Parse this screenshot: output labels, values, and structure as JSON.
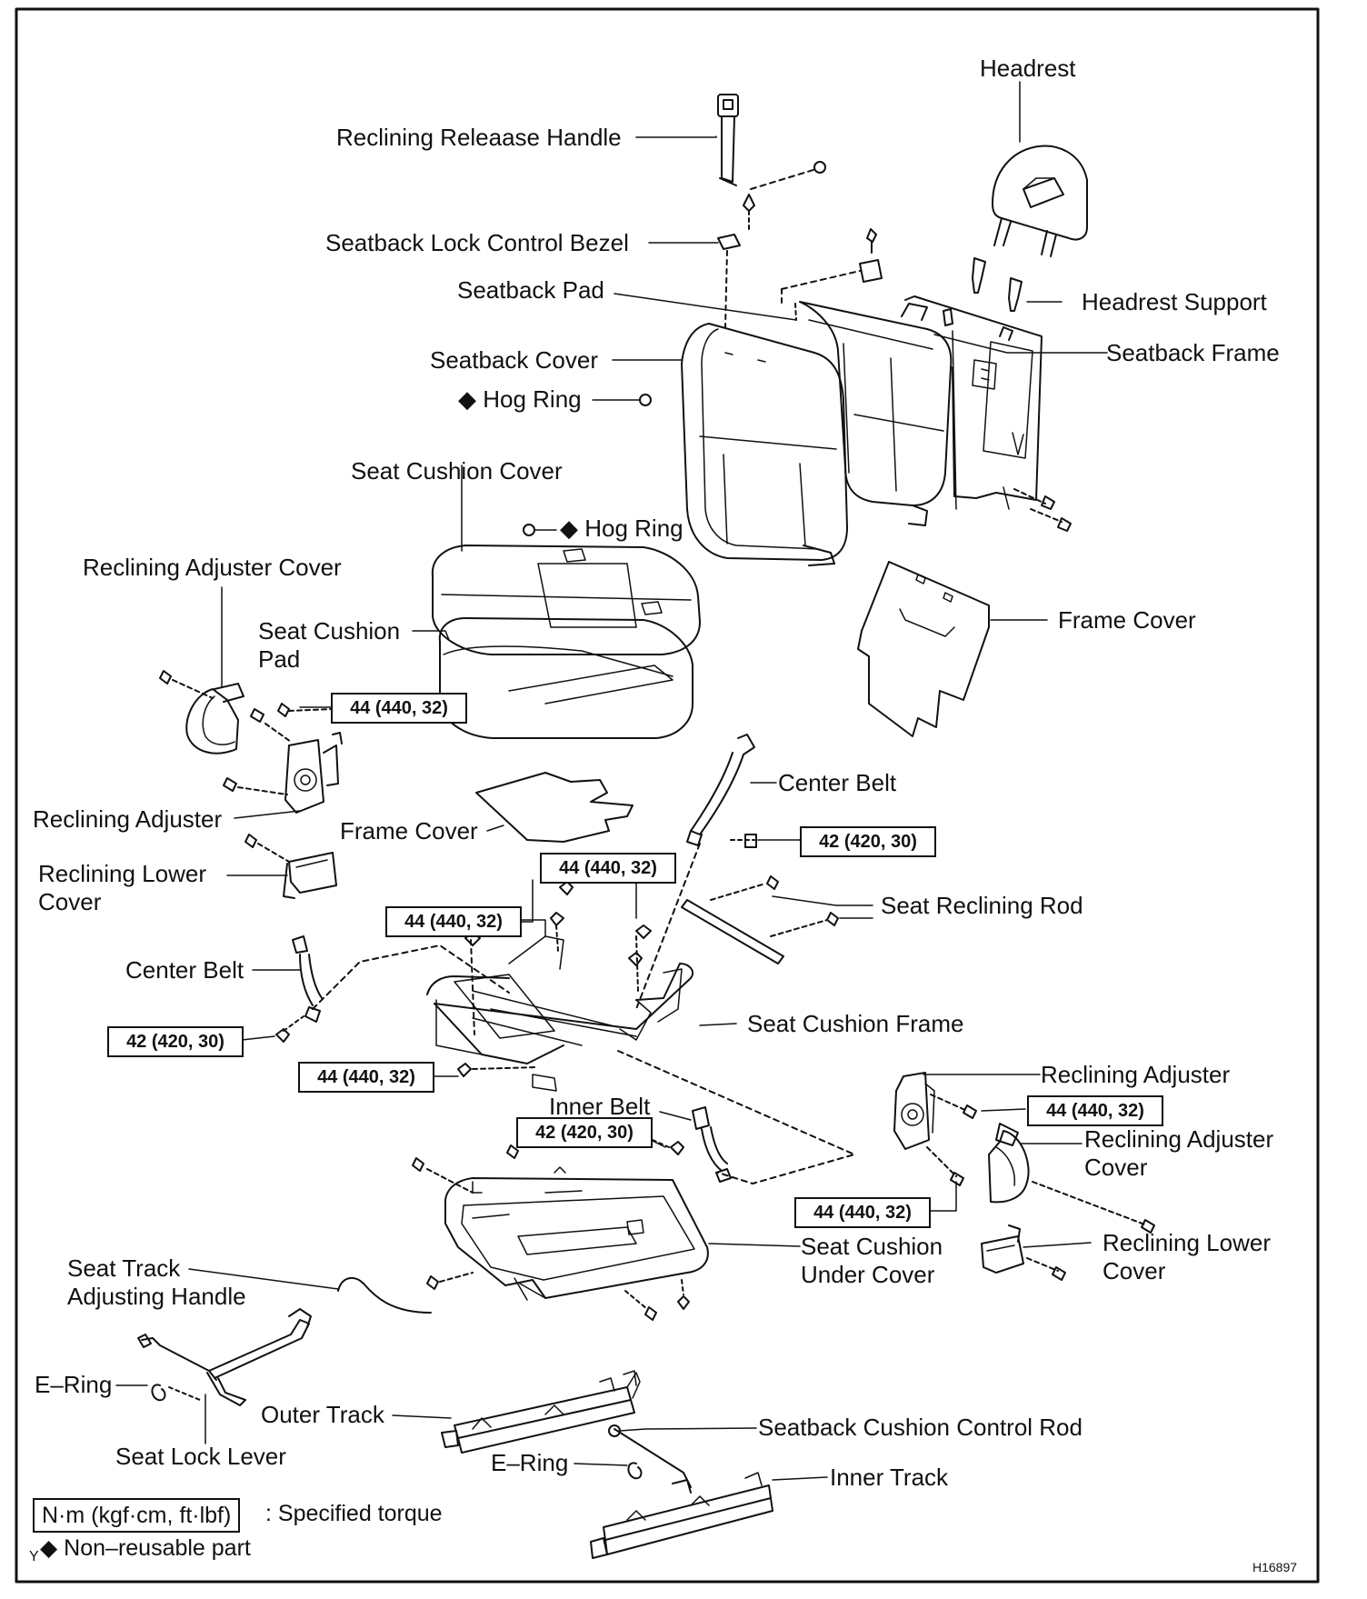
{
  "labels": {
    "headrest": "Headrest",
    "reclining_release_handle": "Reclining Releaase Handle",
    "seatback_lock_control_bezel": "Seatback Lock Control Bezel",
    "seatback_pad": "Seatback Pad",
    "headrest_support": "Headrest Support",
    "seatback_frame": "Seatback Frame",
    "seatback_cover": "Seatback Cover",
    "hog_ring_upper": "◆ Hog Ring",
    "seat_cushion_cover": "Seat Cushion Cover",
    "hog_ring_lower": "◆ Hog Ring",
    "reclining_adjuster_cover_left": "Reclining Adjuster Cover",
    "seat_cushion_pad_1": "Seat Cushion",
    "seat_cushion_pad_2": "Pad",
    "frame_cover_right": "Frame Cover",
    "center_belt_right": "Center Belt",
    "reclining_adjuster_left": "Reclining Adjuster",
    "frame_cover_left": "Frame Cover",
    "reclining_lower_cover_left_1": "Reclining Lower",
    "reclining_lower_cover_left_2": "Cover",
    "seat_reclining_rod": "Seat Reclining Rod",
    "center_belt_left": "Center Belt",
    "seat_cushion_frame": "Seat Cushion Frame",
    "reclining_adjuster_right": "Reclining Adjuster",
    "inner_belt": "Inner Belt",
    "reclining_adjuster_cover_right_1": "Reclining Adjuster",
    "reclining_adjuster_cover_right_2": "Cover",
    "seat_cushion_under_cover_1": "Seat Cushion",
    "seat_cushion_under_cover_2": "Under Cover",
    "reclining_lower_cover_right_1": "Reclining Lower",
    "reclining_lower_cover_right_2": "Cover",
    "seat_track_adjusting_handle_1": "Seat Track",
    "seat_track_adjusting_handle_2": "Adjusting Handle",
    "e_ring_left": "E–Ring",
    "outer_track": "Outer Track",
    "seatback_cushion_control_rod": "Seatback Cushion Control Rod",
    "seat_lock_lever": "Seat Lock Lever",
    "e_ring_center": "E–Ring",
    "inner_track": "Inner Track"
  },
  "torque": {
    "t1": "44 (440, 32)",
    "t2": "42 (420, 30)",
    "t3": "44 (440, 32)",
    "t4": "44 (440, 32)",
    "t5": "42 (420, 30)",
    "t6": "44 (440, 32)",
    "t7": "44 (440, 32)",
    "t8": "42 (420, 30)",
    "t9": "44 (440, 32)"
  },
  "legend": {
    "unit_box": "N·m (kgf·cm, ft·lbf)",
    "unit_desc": ": Specified torque",
    "nonreusable": "◆ Non–reusable part",
    "corner_mark": "Y"
  },
  "figure_code": "H16897"
}
